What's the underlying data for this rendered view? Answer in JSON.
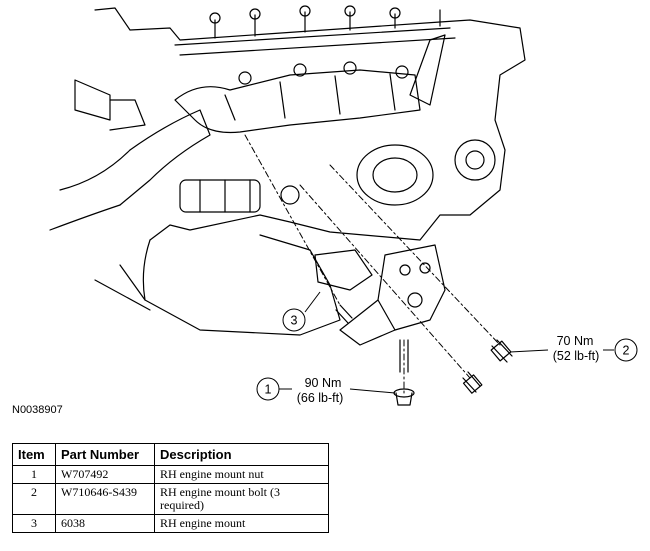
{
  "figure_id": "N0038907",
  "callouts": [
    {
      "number": "1",
      "torque_nm": "90 Nm",
      "torque_lbft": "(66 lb-ft)"
    },
    {
      "number": "2",
      "torque_nm": "70 Nm",
      "torque_lbft": "(52 lb-ft)"
    },
    {
      "number": "3"
    }
  ],
  "table": {
    "headers": [
      "Item",
      "Part Number",
      "Description"
    ],
    "rows": [
      {
        "item": "1",
        "part_number": "W707492",
        "description": "RH engine mount nut"
      },
      {
        "item": "2",
        "part_number": "W710646-S439",
        "description": "RH engine mount bolt (3 required)"
      },
      {
        "item": "3",
        "part_number": "6038",
        "description": "RH engine mount"
      }
    ]
  }
}
